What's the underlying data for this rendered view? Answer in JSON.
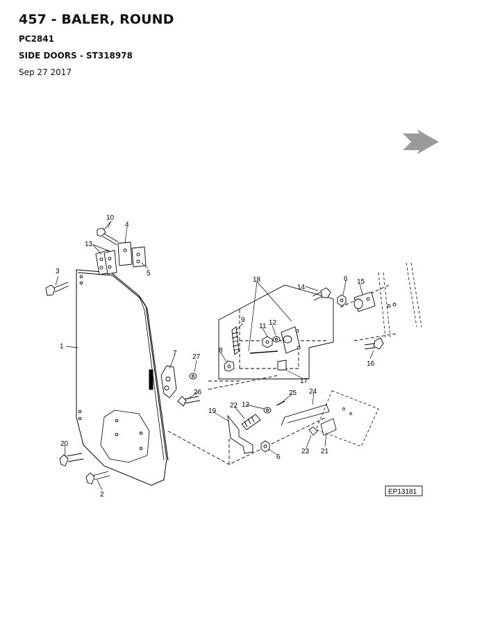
{
  "header": {
    "title": "457 - BALER, ROUND",
    "model_code": "PC2841",
    "section": "SIDE DOORS - ST318978",
    "date": "Sep 27 2017"
  },
  "diagram": {
    "reference_code": "EP13181",
    "callouts": {
      "c1": "1",
      "c2": "2",
      "c3": "3",
      "c4": "4",
      "c5": "5",
      "c6a": "6",
      "c6b": "6",
      "c7": "7",
      "c8": "8",
      "c9": "9",
      "c10": "10",
      "c11": "11",
      "c12a": "12",
      "c12b": "12",
      "c13": "13",
      "c14": "14",
      "c15": "15",
      "c16": "16",
      "c17": "17",
      "c18": "18",
      "c19": "19",
      "c20": "20",
      "c21": "21",
      "c22": "22",
      "c23": "23",
      "c24": "24",
      "c25": "25",
      "c26": "26",
      "c27": "27"
    },
    "arrow_icon": "next-page-arrow-icon"
  }
}
